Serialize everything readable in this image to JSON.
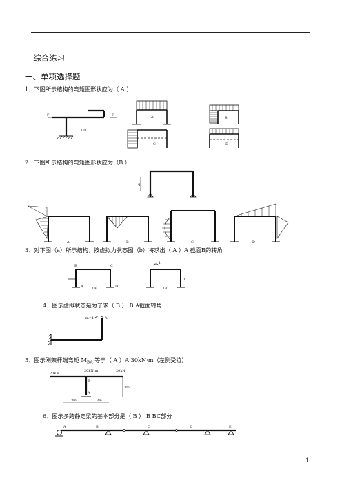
{
  "section_title": "综合练习",
  "part_title": "一、单项选择题",
  "questions": [
    {
      "text": "1．下图所示结构的弯矩图形状应为（    A    ）"
    },
    {
      "text": "2．下图所示结构的弯矩图形状应为（B        ）"
    },
    {
      "text": "3．对下图（a）所示结构，按虚拟力状态图（b）将求出（    A    ）A    截面B的转角"
    },
    {
      "text": "4．图示虚拟状态是为了求（    B        ）            B    A截面转角"
    },
    {
      "text": "5．图示刚架杆端弯矩 M",
      "sub": "BA",
      "text_after": " 等于（    A    ）A      30kN·m（左侧受拉）"
    },
    {
      "text": "6．图示多跨静定梁的基本部分是（    B    ）      B    BC部分"
    }
  ],
  "figure_labels": {
    "q1": {
      "FP": "F",
      "span": "l=l",
      "opts": [
        "A",
        "B",
        "C",
        "D"
      ]
    },
    "q2": {
      "q": "q",
      "opts": [
        "A",
        "B",
        "C",
        "D"
      ]
    },
    "q3": {
      "a_labels": [
        "B",
        "C",
        "A",
        "D"
      ],
      "a_cap": "(a)",
      "b_cap": "(b)",
      "one": "1"
    },
    "q4": {
      "m": "m=1",
      "A": "A"
    },
    "q5": {
      "left_load": "20kN",
      "right_load": "20kN",
      "moment": "20kN·m",
      "B": "B",
      "A": "A",
      "d1": "3m",
      "d2": "3m",
      "h": "3m"
    },
    "q6": {
      "points": [
        "A",
        "B",
        "C",
        "D",
        "E"
      ]
    }
  },
  "page_number": "1"
}
